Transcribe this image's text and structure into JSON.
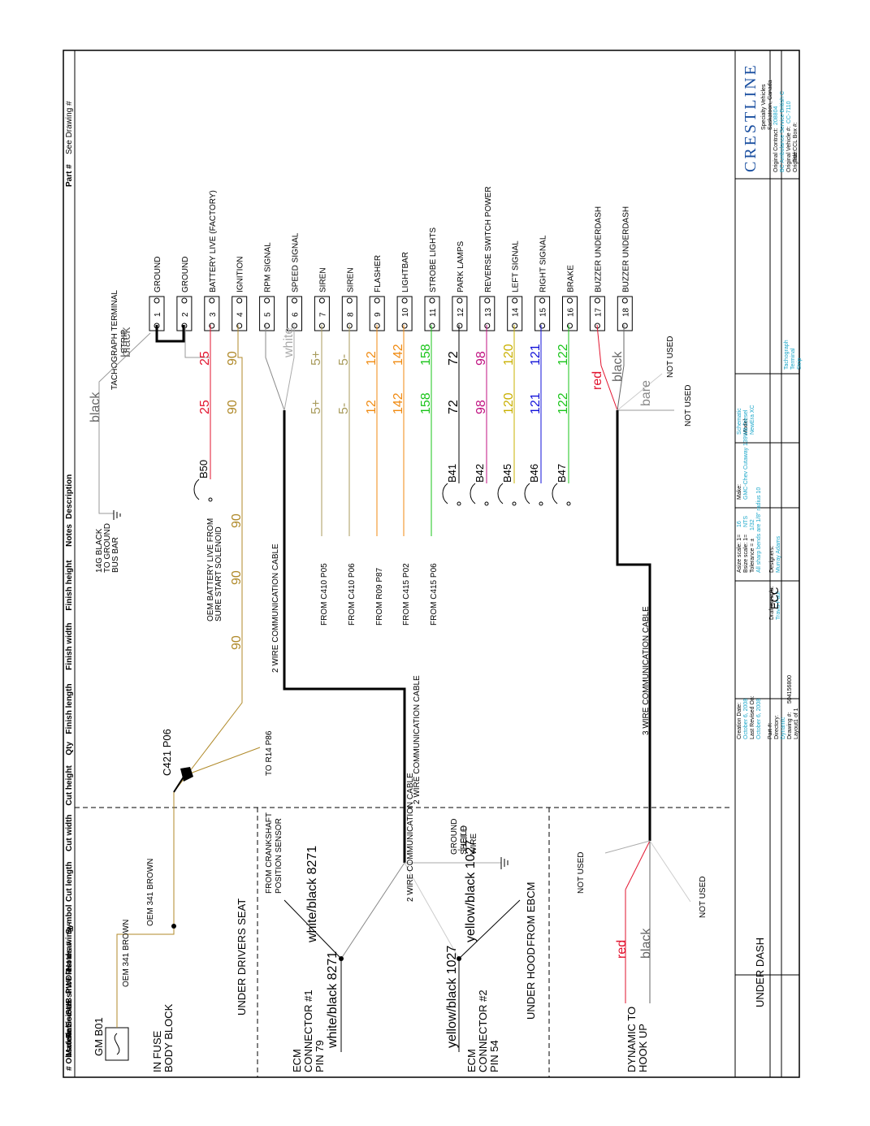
{
  "title_block": {
    "header_cols": [
      "Material",
      "SUB",
      "PWDR",
      "Notes #",
      "Symbol",
      "Cut length",
      "Cut width",
      "Cut height",
      "Qty",
      "Finish length",
      "Finish width",
      "Finish height",
      "Notes",
      "Description"
    ],
    "part_no_label": "Part #",
    "see_drawing_label": "See Drawing #",
    "obsolete_label": "# Obsolete See #:",
    "revisions_label": "Revisions since last drawing -",
    "logo": "CRESTLINE",
    "company_line1": "Specialty Vehicles",
    "company_line2": "Saskatoon, Canada",
    "orig_contract_label": "Original Contract:",
    "orig_contract_value": "208804",
    "orig_contract_note": "BC Ambulance Service British C",
    "orig_vehicle_label": "Original Vehicle #:",
    "orig_vehicle_value": "CC-7110",
    "orig_ccl_label": "Original CCL Box #:",
    "title_label": "Title:",
    "title_value": [
      "Tachograph",
      "Terminal",
      "Strip"
    ],
    "schematic_label": "Schematic",
    "model_label": "Model:",
    "model_value": "NewEra XC",
    "make_label": "Make:",
    "make_value": "GMC-Chev Cutaway 139WB Diesel",
    "asize": "Asize scale: 1=",
    "asize_val": "16",
    "bsize": "Bsize scale: 1=",
    "bsize_val": "NTS",
    "tolerance": "Tolerance = ±",
    "tolerance_val": "1/32",
    "bends_note": "All sharp bends are 1/8\" radius 10",
    "designers_label": "Designers:",
    "designers_value": "Murray Adams",
    "draftspeople_label": "Draftspeople:",
    "draftspeople_value": "Travis Paul",
    "creation_label": "Creation Date:",
    "creation_value": "October 6, 2008",
    "revised_label": "Last Revised On:",
    "revised_value": "October 6, 2008",
    "part_label": "Part #:",
    "directory_label": "Directory:",
    "directory_value": "Dynamic",
    "drawing_label": "Drawing #:",
    "drawing_value": "504156800",
    "layout_label": "Layout1 of 1"
  },
  "terminal_strip": {
    "title_line1": "TACHOGRAPH TERMINAL",
    "title_line2": "STRIP",
    "terminals": [
      {
        "num": "1",
        "label": "GROUND"
      },
      {
        "num": "2",
        "label": "GROUND"
      },
      {
        "num": "3",
        "label": "BATTERY LIVE (FACTORY)"
      },
      {
        "num": "4",
        "label": "IGNITION"
      },
      {
        "num": "5",
        "label": "RPM SIGNAL"
      },
      {
        "num": "6",
        "label": "SPEED SIGNAL"
      },
      {
        "num": "7",
        "label": "SIREN"
      },
      {
        "num": "8",
        "label": "SIREN"
      },
      {
        "num": "9",
        "label": "FLASHER"
      },
      {
        "num": "10",
        "label": "LIGHTBAR"
      },
      {
        "num": "11",
        "label": "STROBE LIGHTS"
      },
      {
        "num": "12",
        "label": "PARK LAMPS"
      },
      {
        "num": "13",
        "label": "REVERSE SWITCH POWER"
      },
      {
        "num": "14",
        "label": "LEFT SIGNAL"
      },
      {
        "num": "15",
        "label": "RIGHT SIGNAL"
      },
      {
        "num": "16",
        "label": "BRAKE"
      },
      {
        "num": "17",
        "label": "BUZZER UNDERDASH"
      },
      {
        "num": "18",
        "label": "BUZZER UNDERDASH"
      }
    ]
  },
  "wires": {
    "w25": "25",
    "w90": "90",
    "w5p": "5+",
    "w5m": "5-",
    "w12": "12",
    "w142": "142",
    "w158": "158",
    "w72": "72",
    "w98": "98",
    "w120": "120",
    "w121": "121",
    "w122": "122",
    "black": "black",
    "white": "white",
    "red": "red",
    "bare": "bare"
  },
  "connectors": {
    "b50": "B50",
    "b41": "B41",
    "b42": "B42",
    "b45": "B45",
    "b46": "B46",
    "b47": "B47",
    "c421": "C421 P06",
    "gm_b01": "GM B01"
  },
  "labels": {
    "ground_bus": [
      "14G BLACK",
      "TO GROUND",
      "BUS BAR"
    ],
    "oem_battery": [
      "OEM BATTERY LIVE FROM",
      "SURE START SOLENOID"
    ],
    "cable2_top": "2 WIRE COMMUNICATION CABLE",
    "cable2_mid": "2 WIRE COMMUNICATION CABLE",
    "cable2_low": "2 WIRE COMMUNICATION CABLE",
    "cable3": "3 WIRE COMMUNICATION CABLE",
    "from_c410_p05": "FROM C410 P05",
    "from_c410_p06": "FROM C410 P06",
    "from_r09_p87": "FROM R09 P87",
    "from_c415_p02": "FROM C415 P02",
    "from_c415_p06": "FROM C415 P06",
    "to_r14": "TO R14 P86",
    "ecc": "ECC",
    "not_used": "NOT USED",
    "in_fuse": [
      "IN FUSE",
      "BODY BLOCK"
    ],
    "oem_brown": "OEM 341 BROWN",
    "under_seat": "UNDER DRIVERS SEAT",
    "crankshaft": [
      "FROM CRANKSHAFT",
      "POSITION SENSOR"
    ],
    "ground_shield": [
      "GROUND",
      "SHEILD",
      "WIRE"
    ],
    "ecm1": [
      "ECM",
      "CONNECTOR #1",
      "PIN 79"
    ],
    "ecm2": [
      "ECM",
      "CONNECTOR #2",
      "PIN 54"
    ],
    "white_black": "white/black 8271",
    "yellow_black": "yellow/black 1027",
    "from_ebcm": "FROM EBCM",
    "under_hood": "UNDER HOOD",
    "dynamic": [
      "DYNAMIC TO",
      "HOOK UP"
    ],
    "under_dash": "UNDER DASH"
  },
  "colors": {
    "brown": "#b08a2a",
    "tan": "#a89b5c",
    "orange": "#f08a10",
    "red": "#e2132e",
    "green": "#18c418",
    "blue": "#1010d8",
    "magenta": "#c01080",
    "lime": "#7ccc2a",
    "yellow": "#c9b000",
    "gray": "#8a8a8a",
    "cyan": "#1aa6c9"
  }
}
